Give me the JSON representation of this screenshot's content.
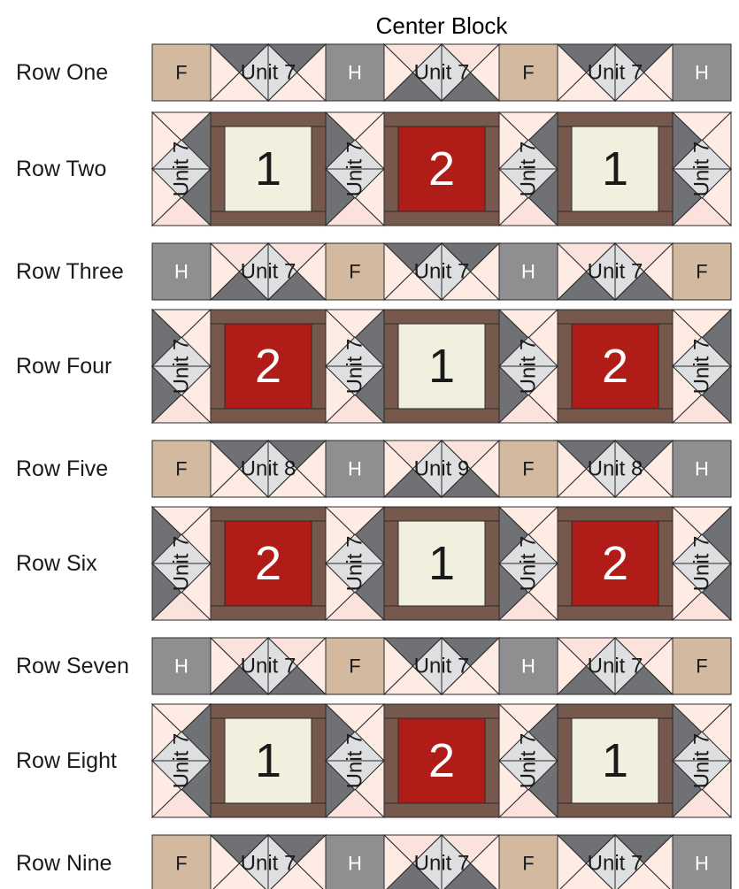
{
  "title": "Center Block",
  "colors": {
    "tan": "#d2b9a0",
    "gray": "#8f8f92",
    "pink": "#fbe2dc",
    "cream": "#fdebe4",
    "light": "#dedfe1",
    "dark": "#707174",
    "brown": "#76584c",
    "ivory": "#f1efdd",
    "red": "#b01d18",
    "stroke": "#2a2a2a",
    "text": "#1a1a1a",
    "textOnDark": "#ffffff"
  },
  "rows": [
    {
      "label": "Row One",
      "kind": "sash",
      "cells": [
        "F",
        "Unit 7",
        "H",
        "Unit 7",
        "F",
        "Unit 7",
        "H"
      ]
    },
    {
      "label": "Row Two",
      "kind": "block",
      "blocks": [
        "1",
        "2",
        "1"
      ],
      "unit": "Unit 7"
    },
    {
      "label": "Row Three",
      "kind": "sash",
      "cells": [
        "H",
        "Unit 7",
        "F",
        "Unit 7",
        "H",
        "Unit 7",
        "F"
      ]
    },
    {
      "label": "Row Four",
      "kind": "block",
      "blocks": [
        "2",
        "1",
        "2"
      ],
      "unit": "Unit 7"
    },
    {
      "label": "Row Five",
      "kind": "sash",
      "cells": [
        "F",
        "Unit 8",
        "H",
        "Unit 9",
        "F",
        "Unit 8",
        "H"
      ]
    },
    {
      "label": "Row Six",
      "kind": "block",
      "blocks": [
        "2",
        "1",
        "2"
      ],
      "unit": "Unit 7"
    },
    {
      "label": "Row Seven",
      "kind": "sash",
      "cells": [
        "H",
        "Unit 7",
        "F",
        "Unit 7",
        "H",
        "Unit 7",
        "F"
      ]
    },
    {
      "label": "Row Eight",
      "kind": "block",
      "blocks": [
        "1",
        "2",
        "1"
      ],
      "unit": "Unit 7"
    },
    {
      "label": "Row Nine",
      "kind": "sash",
      "cells": [
        "F",
        "Unit 7",
        "H",
        "Unit 7",
        "F",
        "Unit 7",
        "H"
      ]
    }
  ]
}
